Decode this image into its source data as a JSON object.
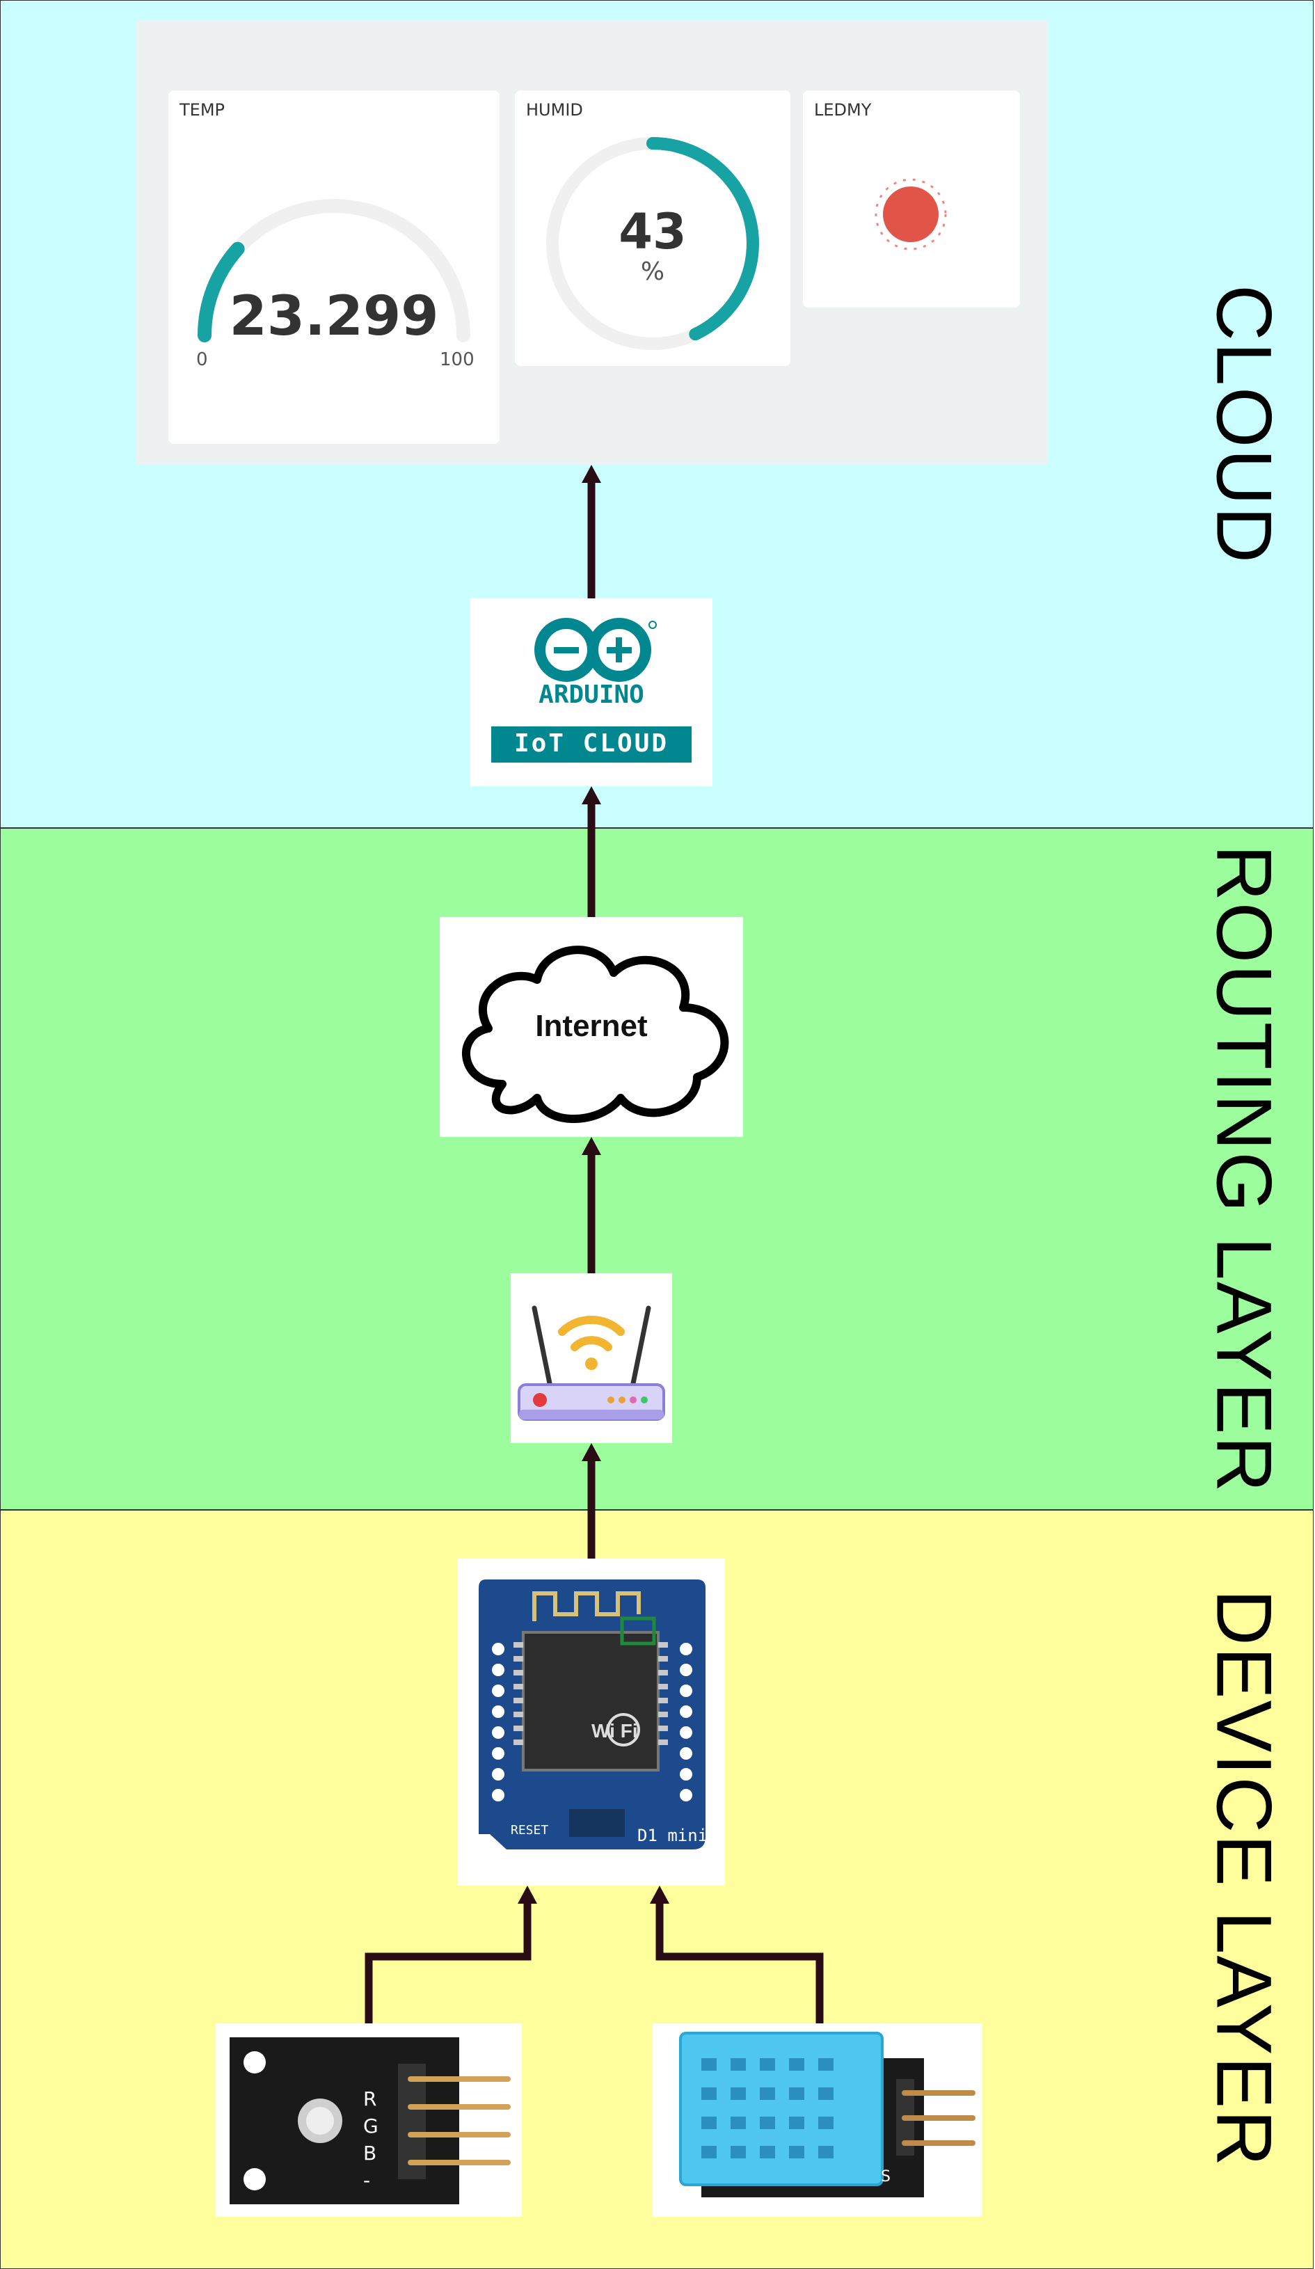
{
  "layers": {
    "cloud": "CLOUD",
    "routing": "ROUTING LAYER",
    "device": "DEVICE LAYER"
  },
  "dashboard": {
    "temp": {
      "label": "TEMP",
      "value": "23.299",
      "min": "0",
      "max": "100",
      "fraction": 0.233
    },
    "humid": {
      "label": "HUMID",
      "value": "43",
      "unit": "%",
      "fraction": 0.43
    },
    "led": {
      "label": "LEDMY",
      "state": "on"
    }
  },
  "arduino": {
    "brand": "ARDUINO",
    "product": "IoT CLOUD"
  },
  "internet": {
    "label": "Internet"
  },
  "board": {
    "name": "D1 mini",
    "reset": "RESET",
    "wifi": "Wi Fi"
  },
  "sensors": {
    "rgb": {
      "pins": [
        "R",
        "G",
        "B",
        "-"
      ]
    },
    "dht": {
      "pin": "S"
    }
  },
  "colors": {
    "cloud_bg": "#cbfefe",
    "routing_bg": "#9cfe9c",
    "device_bg": "#fefe9c",
    "gauge_accent": "#17a2a3",
    "led_red": "#e05547",
    "arrow": "#2a0d14",
    "arduino_teal": "#00878f"
  }
}
